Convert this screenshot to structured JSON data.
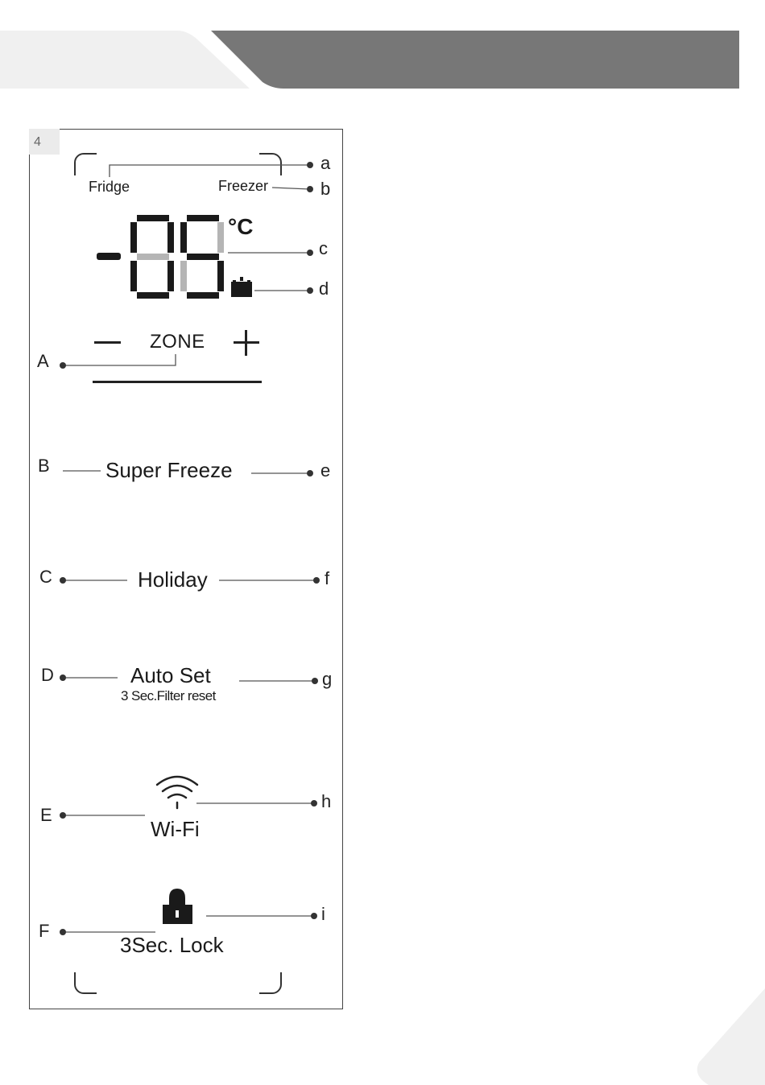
{
  "figure": {
    "number": "4",
    "panel": {
      "zone_labels": {
        "fridge": "Fridge",
        "freezer": "Freezer"
      },
      "display": {
        "minus_sign": "-",
        "digits": "88",
        "unit": "°C"
      },
      "zone_control": {
        "minus": "—",
        "label": "ZONE",
        "plus": "+"
      },
      "functions": {
        "super_freeze": "Super Freeze",
        "holiday": "Holiday",
        "auto_set": "Auto Set",
        "auto_set_sub": "3 Sec.Filter reset",
        "wifi": "Wi-Fi",
        "lock": "3Sec. Lock"
      }
    },
    "callouts_left": [
      "A",
      "B",
      "C",
      "D",
      "E",
      "F"
    ],
    "callouts_right": [
      "a",
      "b",
      "c",
      "d",
      "e",
      "f",
      "g",
      "h",
      "i"
    ]
  },
  "colors": {
    "header_bar": "#777777",
    "header_tab": "#f0f0f0",
    "figure_number_bg": "#ebebeb",
    "lcd_segment": "#1a1a1a",
    "lcd_segment_dim": "#b5b5b5"
  },
  "icons": [
    "alarm-icon",
    "wifi-icon",
    "lock-icon"
  ]
}
